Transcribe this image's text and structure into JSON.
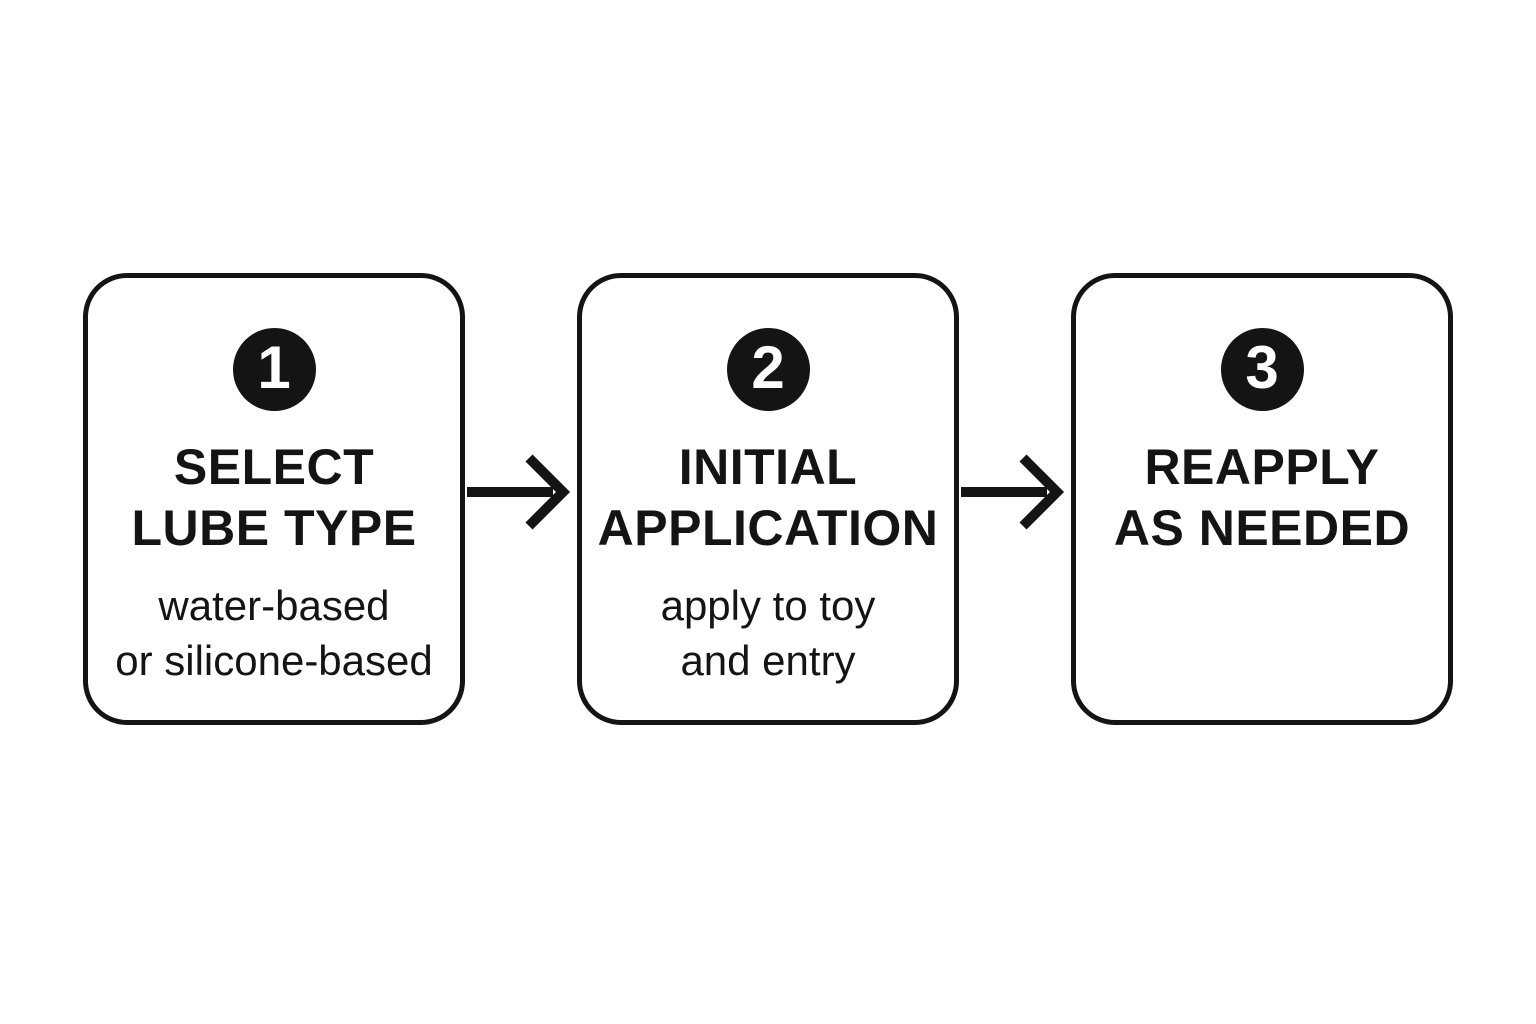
{
  "diagram": {
    "type": "flowchart-horizontal",
    "description": "Three-step process flow with numbered rounded boxes connected by right arrows",
    "steps": [
      {
        "number": "1",
        "title_line1": "SELECT",
        "title_line2": "LUBE TYPE",
        "subtitle_line1": "water-based",
        "subtitle_line2": "or silicone-based"
      },
      {
        "number": "2",
        "title_line1": "INITIAL",
        "title_line2": "APPLICATION",
        "subtitle_line1": "apply to toy",
        "subtitle_line2": "and entry"
      },
      {
        "number": "3",
        "title_line1": "REAPPLY",
        "title_line2": "AS NEEDED",
        "subtitle_line1": "",
        "subtitle_line2": ""
      }
    ]
  },
  "colors": {
    "ink": "#141414",
    "background": "#ffffff"
  }
}
